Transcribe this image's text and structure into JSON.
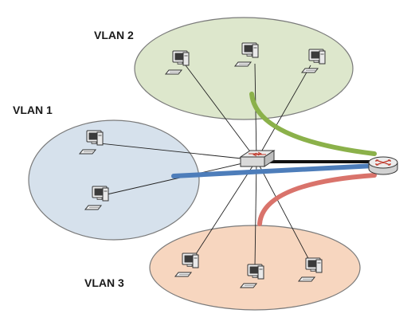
{
  "vlans": [
    {
      "id": "vlan2",
      "label": "VLAN 2",
      "fill": "#dde7cc",
      "link_color": "#8bb14a"
    },
    {
      "id": "vlan1",
      "label": "VLAN 1",
      "fill": "#d6e1ec",
      "link_color": "#4d7dba"
    },
    {
      "id": "vlan3",
      "label": "VLAN 3",
      "fill": "#f7d6bf",
      "link_color": "#d9736b"
    }
  ],
  "devices": {
    "switch": {
      "icon": "switch-icon"
    },
    "router": {
      "icon": "router-icon"
    },
    "computers": {
      "icon": "computer-icon",
      "count_per_vlan": {
        "vlan2": 3,
        "vlan1": 2,
        "vlan3": 3
      }
    }
  },
  "colors": {
    "trunk_link": "#111111",
    "access_link": "#222222",
    "ellipse_stroke": "#7a7a7a"
  }
}
